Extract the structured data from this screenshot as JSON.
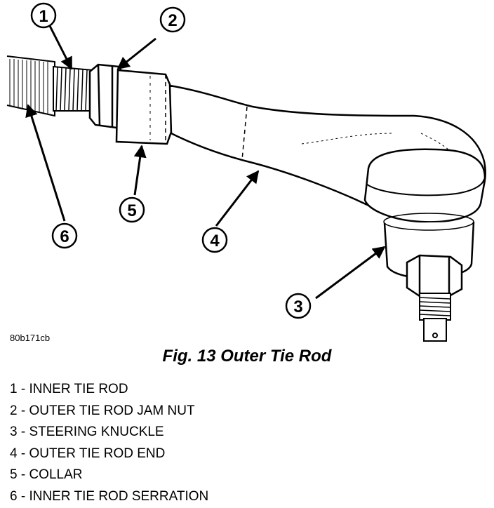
{
  "figure": {
    "id_label": "80b171cb",
    "caption": "Fig. 13 Outer Tie Rod",
    "callouts": [
      "1",
      "2",
      "3",
      "4",
      "5",
      "6"
    ]
  },
  "legend": [
    "1 - INNER TIE ROD",
    "2 - OUTER TIE ROD JAM NUT",
    "3 - STEERING KNUCKLE",
    "4 - OUTER TIE ROD END",
    "5 - COLLAR",
    "6 - INNER TIE ROD SERRATION"
  ]
}
